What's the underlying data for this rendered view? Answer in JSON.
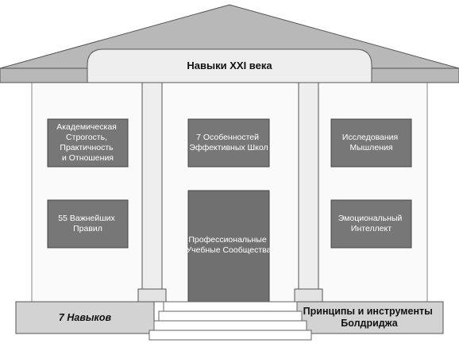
{
  "roof": {
    "title": "Навыки XXI века"
  },
  "boxes": {
    "academic": [
      "Академическая",
      "Строгость,",
      "Практичность",
      "и Отношения"
    ],
    "schools": [
      "7 Особенностей",
      "Эффективных Школ"
    ],
    "research": [
      "Исследования",
      "Мышления"
    ],
    "rules": [
      "55 Важнейших",
      "Правил"
    ],
    "emotional": [
      "Эмоциональный",
      "Интеллект"
    ],
    "communities": [
      "Профессиональные",
      "Учебные Сообщества"
    ]
  },
  "base": {
    "left": "7 Навыков",
    "right": [
      "Принципы и инструменты",
      "Болдриджа"
    ]
  },
  "colors": {
    "roof": "#b5b5b5",
    "box": "#767676",
    "door": "#6f6f6f",
    "wall": "#fafafa",
    "column": "#ededed",
    "base": "#d2d2d2",
    "stroke": "#555555"
  }
}
